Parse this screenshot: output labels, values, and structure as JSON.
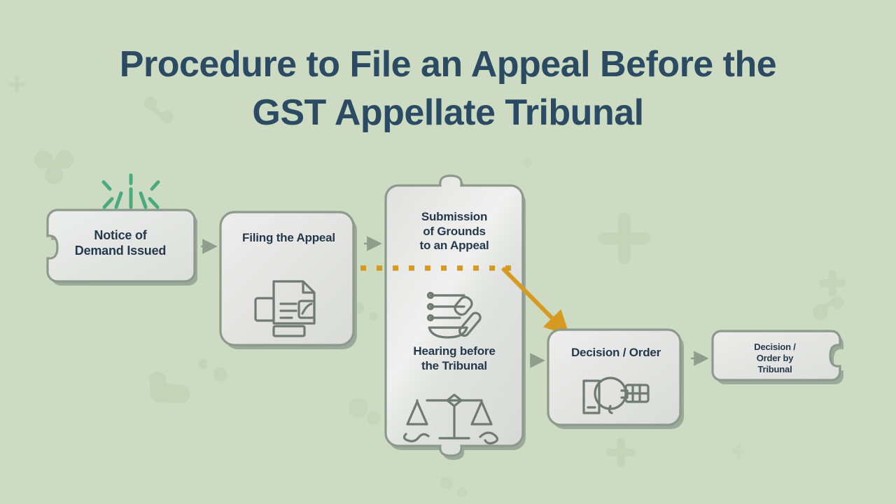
{
  "page": {
    "background_color": "#cddbc3",
    "title_color": "#2b4a63",
    "node_fill": "#e3e4e1",
    "node_border": "#8b9a8b",
    "connector_color": "#8f9d8c",
    "accent_orange": "#d79a21",
    "sparkle_green": "#4aab7e"
  },
  "title": {
    "line1": "Procedure to File an Appeal Before the",
    "line2": "GST Appellate Tribunal",
    "full": "Procedure to File an Appeal Before the GST Appellate Tribunal"
  },
  "flow": {
    "nodes": [
      {
        "id": "notice-of-demand",
        "label": "Notice of\nDemand Issued",
        "label_line1": "Notice of",
        "label_line2": "Demand Issued",
        "shape": "puzzle-socket-left",
        "icon": "none",
        "decoration": "sparkle-burst-icon"
      },
      {
        "id": "filing-the-appeal",
        "label": "Filing the Appeal",
        "shape": "rounded-rect",
        "icon": "document-print-icon"
      },
      {
        "id": "central-tribunal",
        "label_top": "Submission\nof Grounds\nto an Appeal",
        "label_top_line1": "Submission",
        "label_top_line2": "of Grounds",
        "label_top_line3": "to an Appeal",
        "label_bottom": "Hearing before\nthe Tribunal",
        "label_bottom_line1": "Hearing before",
        "label_bottom_line2": "the Tribunal",
        "shape": "puzzle-tab-top-bottom",
        "icon_top": "gavel-icon",
        "icon_bottom": "scales-of-justice-icon"
      },
      {
        "id": "decision-order",
        "label": "Decision / Order",
        "shape": "rounded-rect",
        "icon": "stamp-icon"
      },
      {
        "id": "decision-order-by-tribunal",
        "label": "Decision /\nOrder by\nTribunal",
        "label_line1": "Decision /",
        "label_line2": "Order by",
        "label_line3": "Tribunal",
        "shape": "puzzle-tab-right",
        "icon": "none"
      }
    ],
    "connectors": [
      {
        "id": "arrow-notice-to-filing",
        "type": "solid-arrow",
        "color": "#8f9d8c",
        "from": "notice-of-demand",
        "to": "filing-the-appeal"
      },
      {
        "id": "arrow-filing-to-central",
        "type": "solid-arrow",
        "color": "#8f9d8c",
        "from": "filing-the-appeal",
        "to": "central-tribunal"
      },
      {
        "id": "dotted-grounds-line",
        "type": "dotted-line",
        "color": "#d79a21",
        "from": "filing-the-appeal",
        "to": "central-tribunal"
      },
      {
        "id": "arrow-grounds-to-decision",
        "type": "solid-arrow-diagonal",
        "color": "#d79a21",
        "from": "central-tribunal",
        "to": "decision-order"
      },
      {
        "id": "arrow-central-to-decision",
        "type": "solid-arrow",
        "color": "#8f9d8c",
        "from": "central-tribunal",
        "to": "decision-order"
      },
      {
        "id": "arrow-decision-to-final",
        "type": "solid-arrow",
        "color": "#8f9d8c",
        "from": "decision-order",
        "to": "decision-order-by-tribunal"
      }
    ]
  }
}
